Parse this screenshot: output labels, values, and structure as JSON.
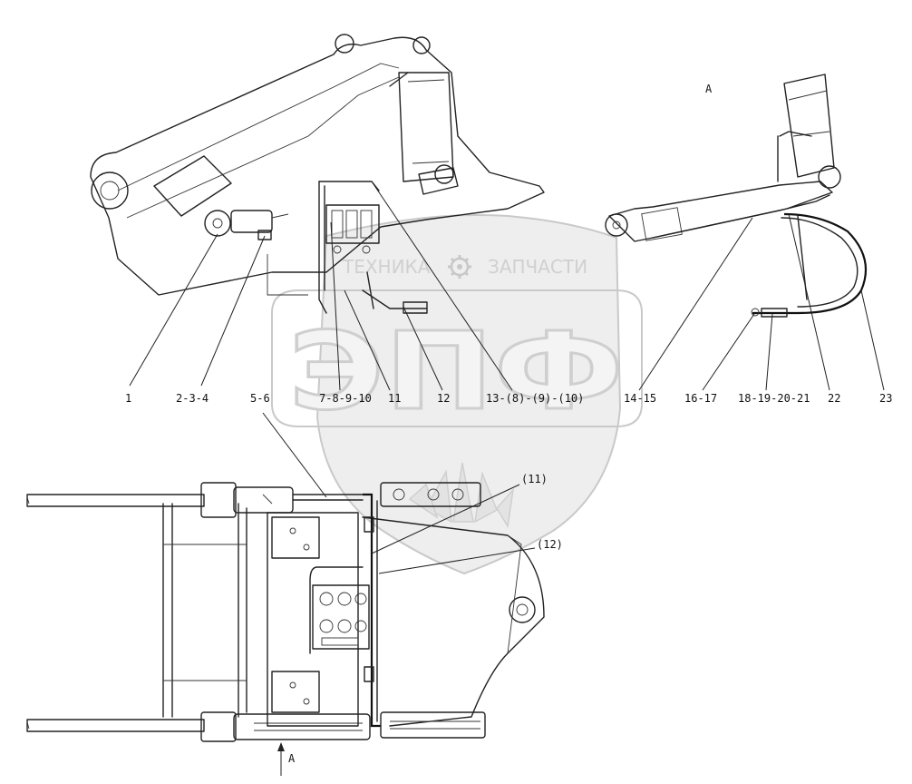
{
  "watermark": {
    "line1_left": "ТЕХНИКА",
    "line1_right": "ЗАПЧАСТИ",
    "monogram": "ЭПФ",
    "emblem_icon": "gear-icon"
  },
  "view": {
    "section_mark": "A",
    "arrow_mark": "A"
  },
  "callouts": {
    "c1": "1",
    "c2": "2-3-4",
    "c3": "5-6",
    "c4": "7-8-9-10",
    "c5": "11",
    "c6": "12",
    "c7": "13-(8)-(9)-(10)",
    "c8": "14-15",
    "c9": "16-17",
    "c10": "18-19-20-21",
    "c11": "22",
    "c12": "23",
    "c13": "(11)",
    "c14": "(12)"
  }
}
